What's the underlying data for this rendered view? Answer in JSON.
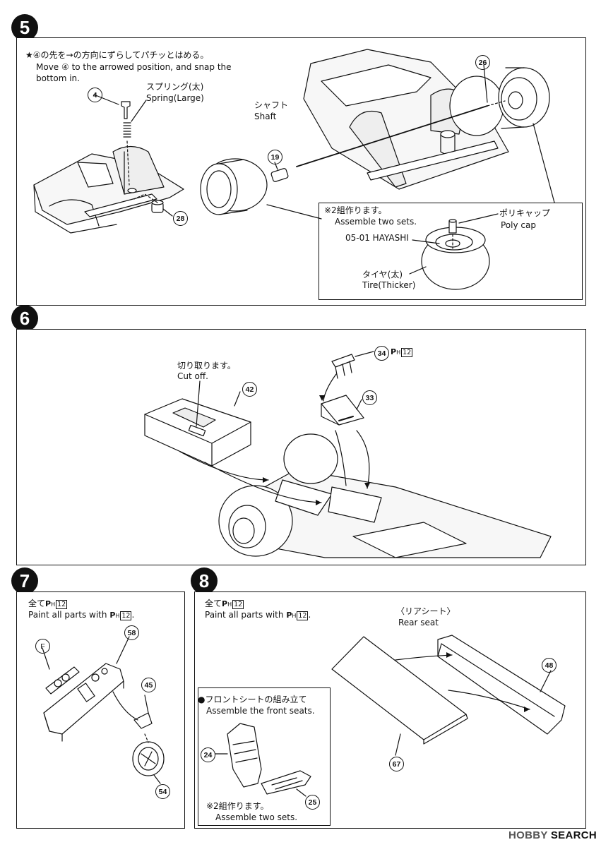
{
  "steps": {
    "s5": {
      "number": "5",
      "note_jp": "★④の先を→の方向にずらしてパチッとはめる。",
      "note_en_1": "Move ④ to the arrowed position, and snap the",
      "note_en_2": "bottom in.",
      "spring_jp": "スプリング(太)",
      "spring_en": "Spring(Large)",
      "shaft_jp": "シャフト",
      "shaft_en": "Shaft",
      "sub_note_jp": "※2組作ります。",
      "sub_note_en": "Assemble two sets.",
      "polycap_jp": "ポリキャップ",
      "polycap_en": "Poly cap",
      "tire_code": "05-01 HAYASHI",
      "tire_jp": "タイヤ(太)",
      "tire_en": "Tire(Thicker)",
      "parts": [
        "4",
        "19",
        "26",
        "28"
      ]
    },
    "s6": {
      "number": "6",
      "cut_jp": "切り取ります。",
      "cut_en": "Cut off.",
      "paint_code": "12",
      "parts": [
        "34",
        "33",
        "42"
      ]
    },
    "s7": {
      "number": "7",
      "paint_jp": "全て",
      "paint_en": "Paint all parts with",
      "paint_code": "12",
      "parts": [
        "F",
        "58",
        "45",
        "54"
      ]
    },
    "s8": {
      "number": "8",
      "paint_jp": "全て",
      "paint_en": "Paint all parts with",
      "paint_code": "12",
      "rear_jp": "〈リアシート〉",
      "rear_en": "Rear seat",
      "front_jp": "●フロントシートの組み立て",
      "front_en": "Assemble the front seats.",
      "sub_note_jp": "※2組作ります。",
      "sub_note_en": "Assemble two sets.",
      "parts": [
        "48",
        "67",
        "24",
        "25"
      ]
    }
  },
  "footer": {
    "brand_a": "HOBBY",
    "brand_b": "SEARCH"
  }
}
